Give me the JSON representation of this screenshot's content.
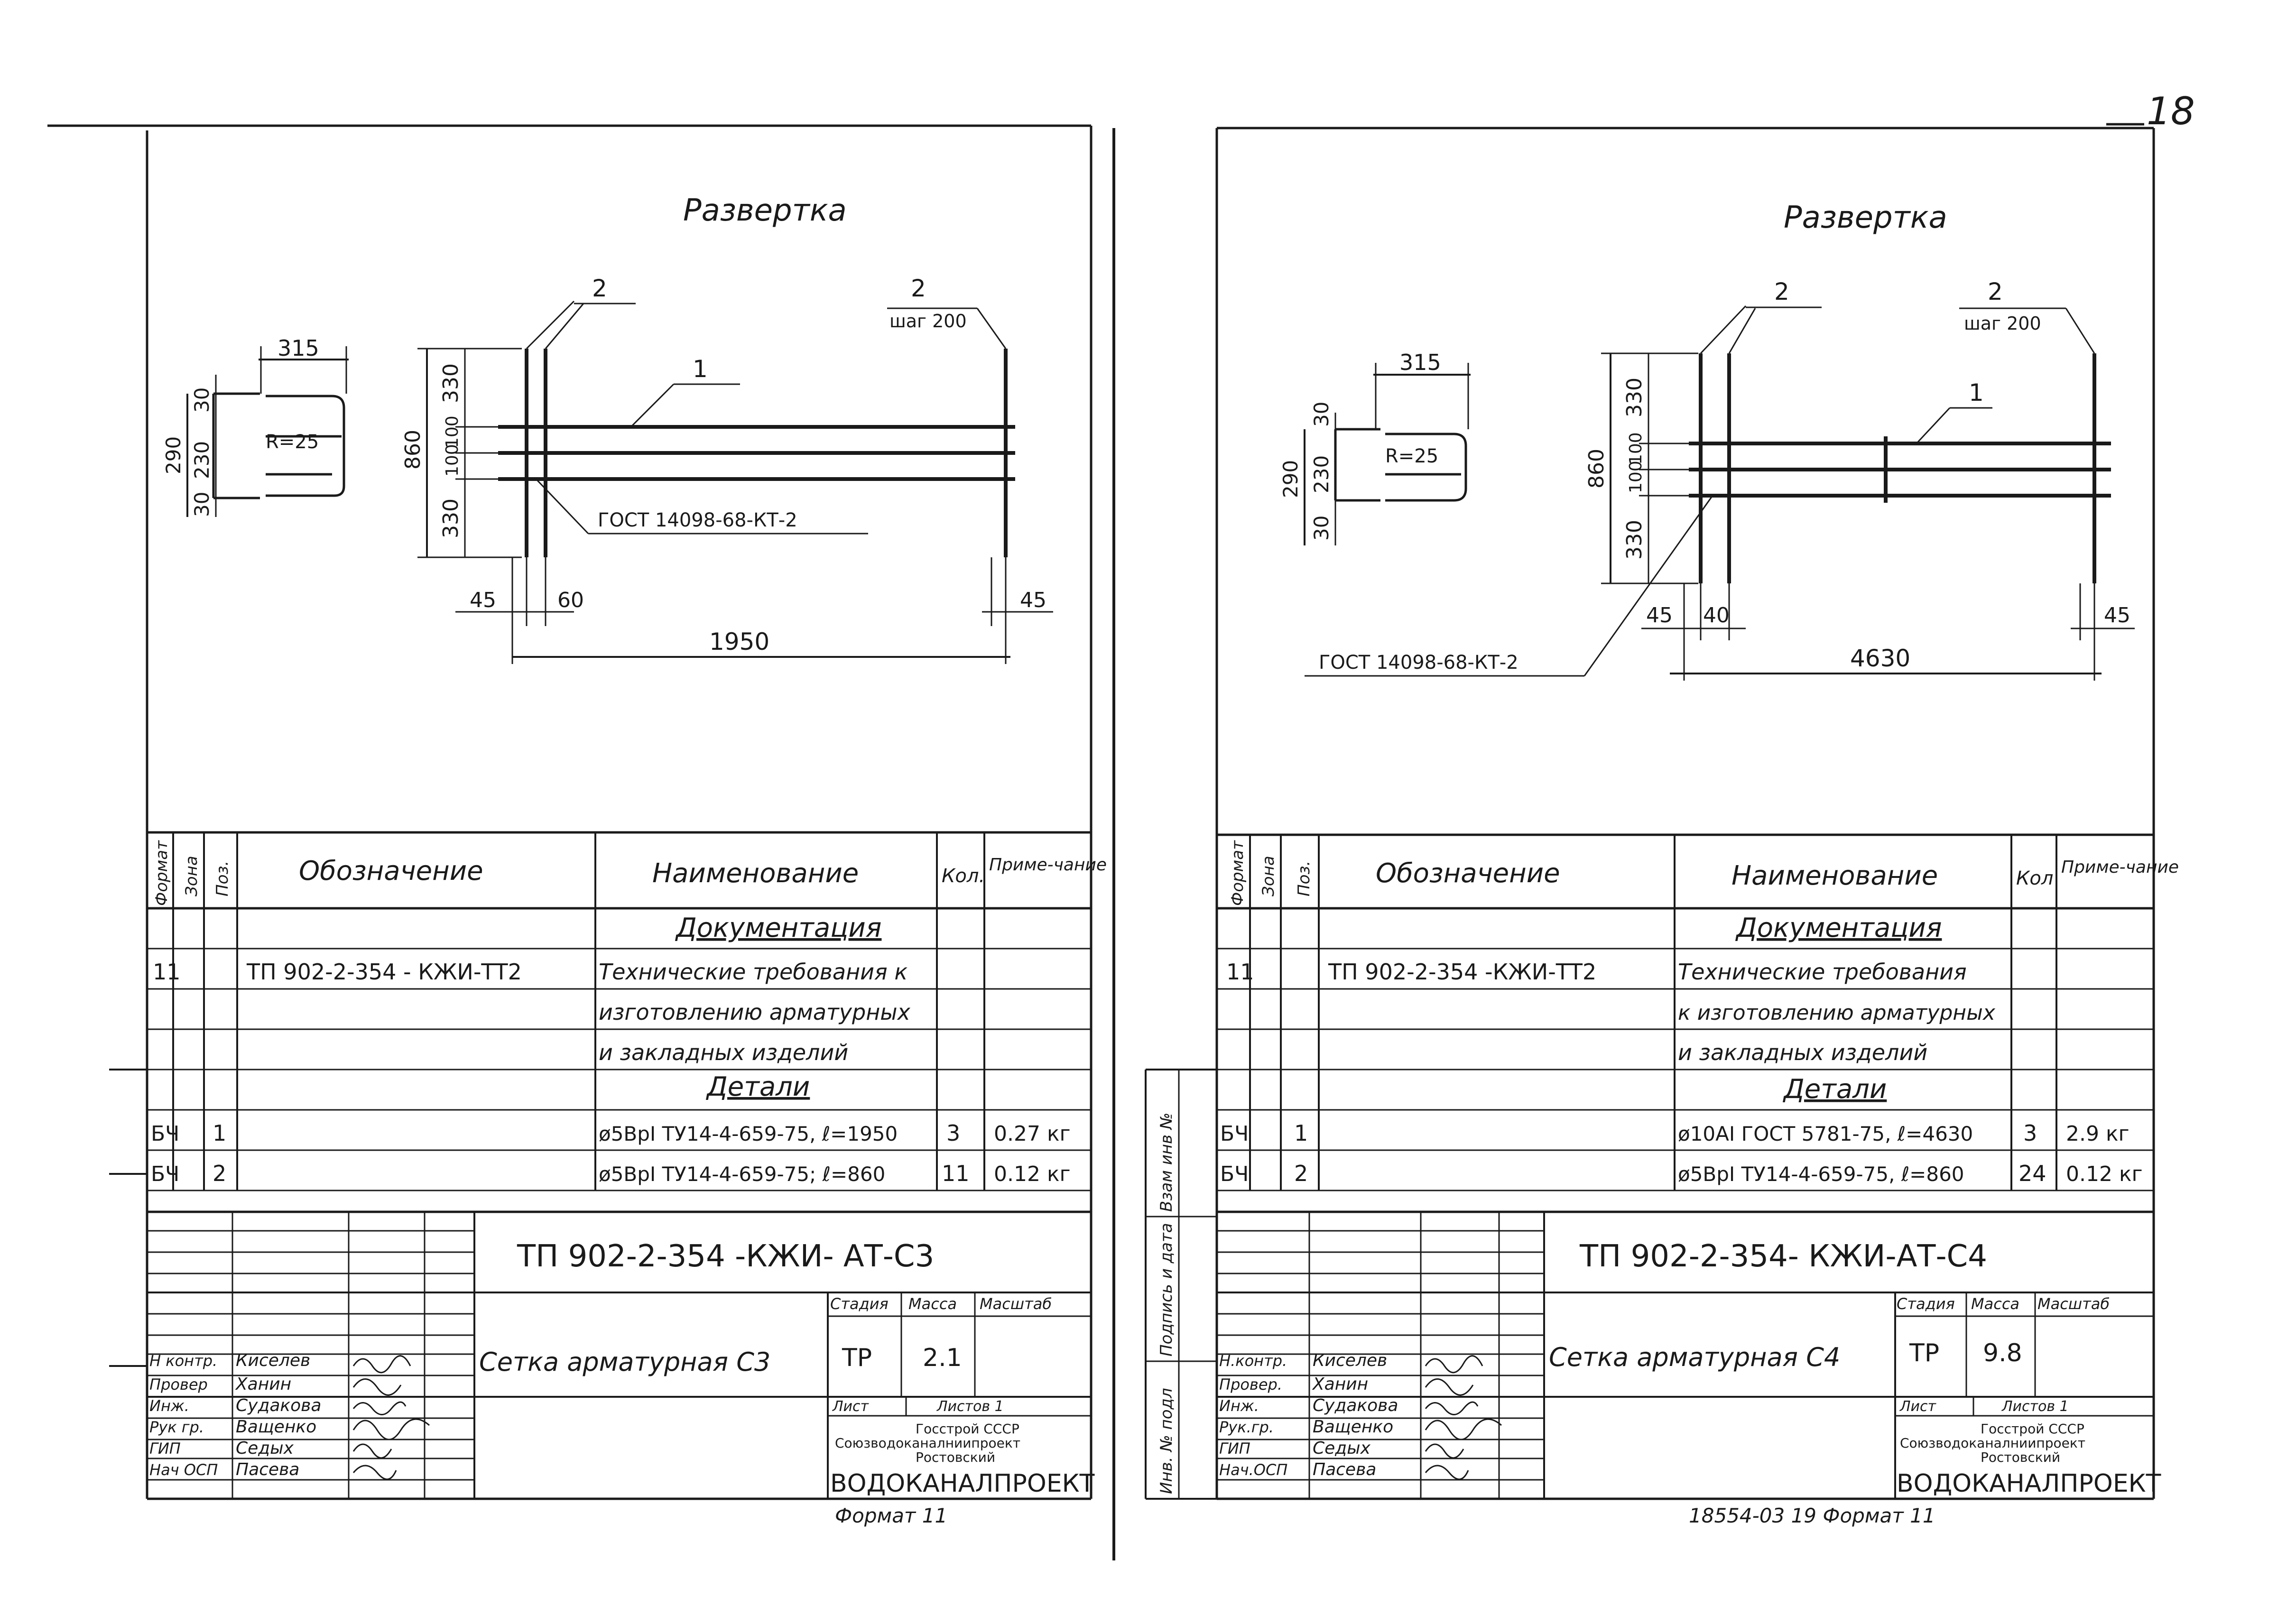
{
  "page_number": "18",
  "sheets": [
    {
      "id": "C3",
      "razvertka_title": "Развертка",
      "dims": {
        "top_width": "315",
        "radius": "R=25",
        "left_total": "290",
        "left_30_top": "30",
        "left_230": "230",
        "left_30_bottom": "30",
        "height_total": "860",
        "h_330_top": "330",
        "h_100_a": "100",
        "h_100_b": "100",
        "h_330_bottom": "330",
        "left_45": "45",
        "gap_60": "60",
        "right_45": "45",
        "length_total": "1950"
      },
      "callouts": {
        "pos2_left": "2",
        "pos2_right": "2",
        "step": "шаг 200",
        "pos1": "1",
        "gost": "ГОСТ 14098-68-КТ-2"
      },
      "spec": {
        "headers": {
          "format": "Формат",
          "zone": "Зона",
          "pos": "Поз.",
          "designation": "Обозначение",
          "name": "Наименование",
          "qty": "Кол.",
          "note": "Приме-чание"
        },
        "section_docs": "Документация",
        "doc_row": {
          "format": "11",
          "designation": "ТП 902-2-354 - КЖИ-ТТ2",
          "name_lines": [
            "Технические требования к",
            "изготовлению арматурных",
            "и закладных изделий"
          ]
        },
        "section_details": "Детали",
        "details": [
          {
            "format": "БЧ",
            "pos": "1",
            "name": "ø5ВрI ТУ14-4-659-75, ℓ=1950",
            "qty": "3",
            "note": "0.27 кг"
          },
          {
            "format": "БЧ",
            "pos": "2",
            "name": "ø5ВрI ТУ14-4-659-75; ℓ=860",
            "qty": "11",
            "note": "0.12 кг"
          }
        ]
      },
      "titleblock": {
        "doc_code": "ТП 902-2-354 -КЖИ- АТ-С3",
        "title": "Сетка арматурная С3",
        "stage_label": "Стадия",
        "mass_label": "Масса",
        "scale_label": "Масштаб",
        "stage": "ТР",
        "mass": "2.1",
        "sheet_label": "Лист",
        "sheets_label": "Листов 1",
        "org_lines": [
          "Госстрой СССР",
          "Союзводоканалниипроект",
          "Ростовский"
        ],
        "org_main": "ВОДОКАНАЛПРОЕКТ",
        "roles": [
          "Н контр.",
          "Провер",
          "Инж.",
          "Рук гр.",
          "ГИП",
          "Нач ОСП"
        ],
        "names": [
          "Киселев",
          "Ханин",
          "Судакова",
          "Ващенко",
          "Седых",
          "Пасева"
        ]
      },
      "format_note": "Формат 11"
    },
    {
      "id": "C4",
      "razvertka_title": "Развертка",
      "dims": {
        "top_width": "315",
        "radius": "R=25",
        "left_total": "290",
        "left_30_top": "30",
        "left_230": "230",
        "left_30_bottom": "30",
        "height_total": "860",
        "h_330_top": "330",
        "h_100_a": "100",
        "h_100_b": "100",
        "h_330_bottom": "330",
        "left_45": "45",
        "gap_40": "40",
        "right_45": "45",
        "length_total": "4630"
      },
      "callouts": {
        "pos2_left": "2",
        "pos2_right": "2",
        "step": "шаг 200",
        "pos1": "1",
        "gost": "ГОСТ 14098-68-КТ-2"
      },
      "side_labels": [
        "Инв. № подл",
        "Подпись и дата",
        "Взам инв №"
      ],
      "spec": {
        "headers": {
          "format": "Формат",
          "zone": "Зона",
          "pos": "Поз.",
          "designation": "Обозначение",
          "name": "Наименование",
          "qty": "Кол",
          "note": "Приме-чание"
        },
        "section_docs": "Документация",
        "doc_row": {
          "format": "11",
          "designation": "ТП 902-2-354 -КЖИ-ТТ2",
          "name_lines": [
            "Технические требования",
            "к изготовлению арматурных",
            "и закладных изделий"
          ]
        },
        "section_details": "Детали",
        "details": [
          {
            "format": "БЧ",
            "pos": "1",
            "name": "ø10AI ГОСТ 5781-75, ℓ=4630",
            "qty": "3",
            "note": "2.9 кг"
          },
          {
            "format": "БЧ",
            "pos": "2",
            "name": "ø5ВрI ТУ14-4-659-75, ℓ=860",
            "qty": "24",
            "note": "0.12 кг"
          }
        ]
      },
      "titleblock": {
        "doc_code": "ТП 902-2-354- КЖИ-АТ-С4",
        "title": "Сетка арматурная С4",
        "stage_label": "Стадия",
        "mass_label": "Масса",
        "scale_label": "Масштаб",
        "stage": "ТР",
        "mass": "9.8",
        "sheet_label": "Лист",
        "sheets_label": "Листов 1",
        "org_lines": [
          "Госстрой СССР",
          "Союзводоканалниипроект",
          "Ростовский"
        ],
        "org_main": "ВОДОКАНАЛПРОЕКТ",
        "roles": [
          "Н.контр.",
          "Провер.",
          "Инж.",
          "Рук.гр.",
          "ГИП",
          "Нач.ОСП"
        ],
        "names": [
          "Киселев",
          "Ханин",
          "Судакова",
          "Ващенко",
          "Седых",
          "Пасева"
        ]
      },
      "format_note": "18554-03 19 Формат 11"
    }
  ]
}
